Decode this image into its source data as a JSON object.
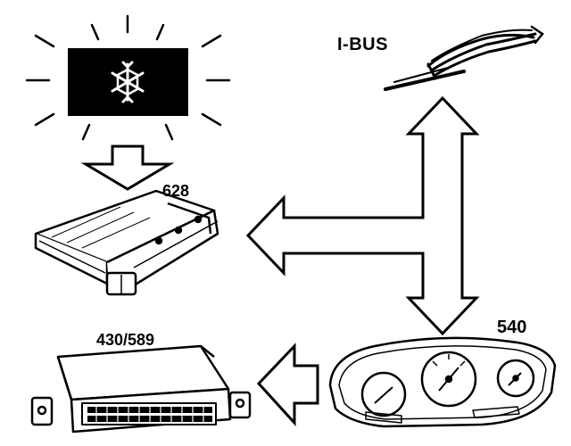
{
  "labels": {
    "ibus": "I-BUS",
    "module_628": "628",
    "module_540": "540",
    "module_430_589": "430/589"
  },
  "icons": {
    "warning_lamp": "snowflake-icon",
    "bus_cable": "wire-harness-icon",
    "cluster": "instrument-cluster-icon"
  },
  "colors": {
    "line": "#000000",
    "background": "#ffffff"
  }
}
